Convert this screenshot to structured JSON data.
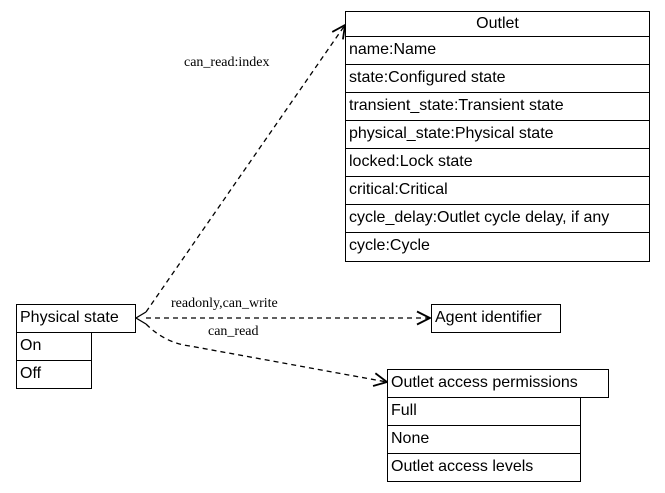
{
  "outlet": {
    "title": "Outlet",
    "attributes": [
      "name:Name",
      "state:Configured state",
      "transient_state:Transient state",
      "physical_state:Physical state",
      "locked:Lock state",
      "critical:Critical",
      "cycle_delay:Outlet cycle delay, if any",
      "cycle:Cycle"
    ]
  },
  "physical_state": {
    "title": "Physical state",
    "values": [
      "On",
      "Off"
    ]
  },
  "agent_identifier": {
    "title": "Agent identifier"
  },
  "access_permissions": {
    "title": "Outlet access permissions",
    "values": [
      "Full",
      "None",
      "Outlet access levels"
    ]
  },
  "edges": {
    "to_outlet": "can_read:index",
    "to_agent": "readonly,can_write",
    "to_permissions": "can_read"
  }
}
